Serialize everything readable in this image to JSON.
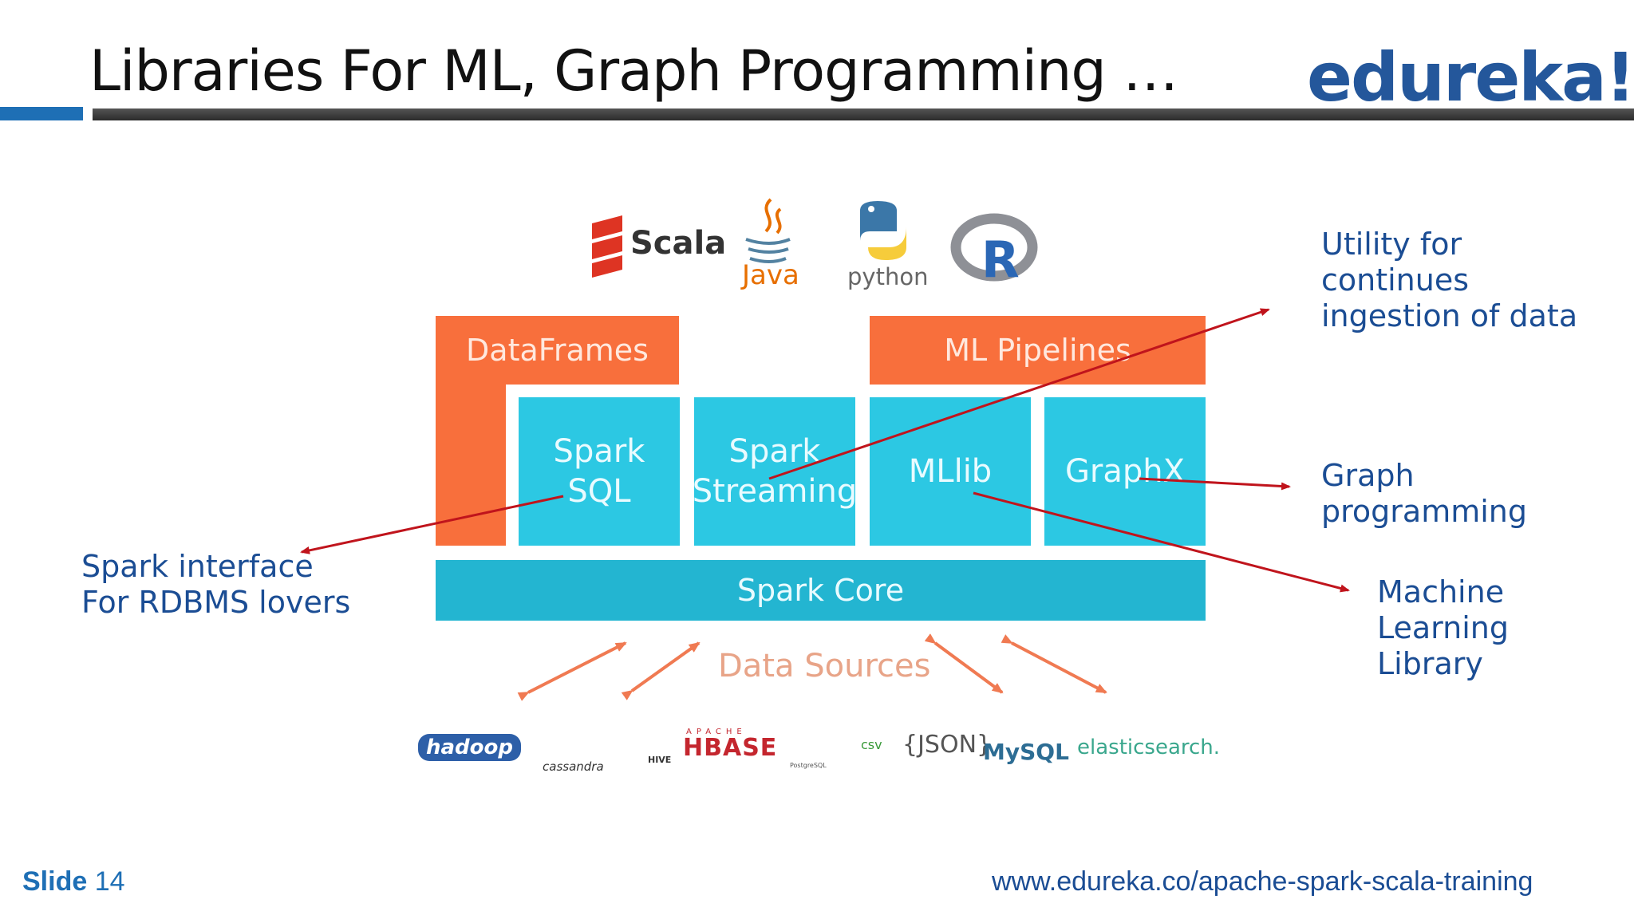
{
  "slide_title": "Libraries For ML, Graph Programming …",
  "logo_text": "edureka!",
  "languages": [
    "Scala",
    "Java",
    "python",
    "R"
  ],
  "stack": {
    "dataframes": "DataFrames",
    "ml_pipelines": "ML Pipelines",
    "spark_sql": "Spark SQL",
    "spark_streaming_line1": "Spark",
    "spark_streaming_line2": "Streaming",
    "mllib": "MLlib",
    "graphx": "GraphX",
    "spark_core": "Spark Core",
    "data_sources": "Data Sources"
  },
  "sources": [
    "hadoop",
    "cassandra",
    "HIVE",
    "APACHE",
    "HBASE",
    "PostgreSQL",
    "csv",
    "{JSON}",
    "MySQL",
    "elasticsearch."
  ],
  "annotations": {
    "utility_1": "Utility for",
    "utility_2": "continues",
    "utility_3": "ingestion of data",
    "graph_1": "Graph",
    "graph_2": "programming",
    "ml_1": "Machine Learning",
    "ml_2": "Library",
    "rdbms_1": "Spark interface",
    "rdbms_2": "For RDBMS lovers"
  },
  "footer": {
    "slide_label": "Slide",
    "slide_number": "14",
    "url": "www.edureka.co/apache-spark-scala-training"
  },
  "colors": {
    "orange": "#f86f3c",
    "cyan": "#2cc8e3",
    "teal": "#23b5d1",
    "annotation_blue": "#1b4d94",
    "arrow_red": "#c0141c",
    "brand_blue": "#24579b"
  }
}
